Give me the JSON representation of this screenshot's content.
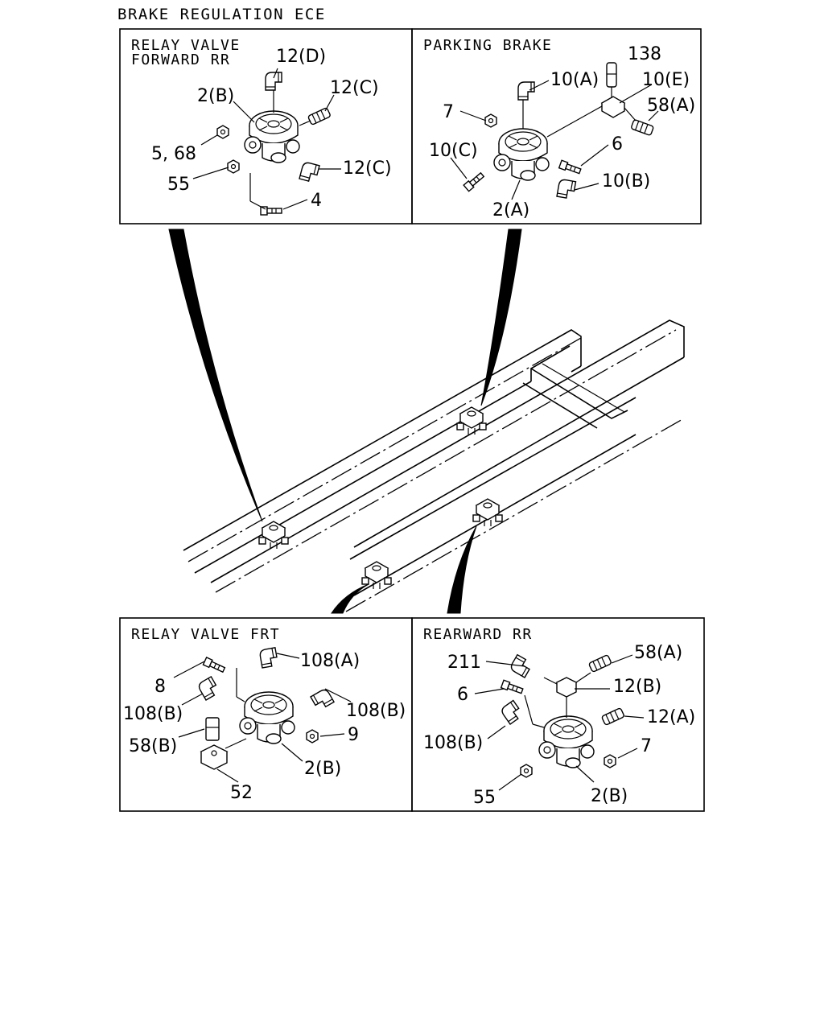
{
  "title": "BRAKE REGULATION ECE",
  "panels": {
    "relay_valve_forward_rr": {
      "title_line1": "RELAY VALVE",
      "title_line2": "FORWARD RR",
      "callouts": [
        "12(D)",
        "12(C)",
        "2(B)",
        "5, 68",
        "55",
        "12(C)",
        "4"
      ]
    },
    "parking_brake": {
      "title": "PARKING BRAKE",
      "callouts": [
        "138",
        "10(A)",
        "10(E)",
        "58(A)",
        "7",
        "6",
        "10(C)",
        "10(B)",
        "2(A)"
      ]
    },
    "relay_valve_frt": {
      "title": "RELAY VALVE FRT",
      "callouts": [
        "108(A)",
        "8",
        "108(B)",
        "108(B)",
        "58(B)",
        "9",
        "2(B)",
        "52"
      ]
    },
    "rearward_rr": {
      "title": "REARWARD RR",
      "callouts": [
        "58(A)",
        "211",
        "12(B)",
        "6",
        "12(A)",
        "108(B)",
        "7",
        "55",
        "2(B)"
      ]
    }
  }
}
